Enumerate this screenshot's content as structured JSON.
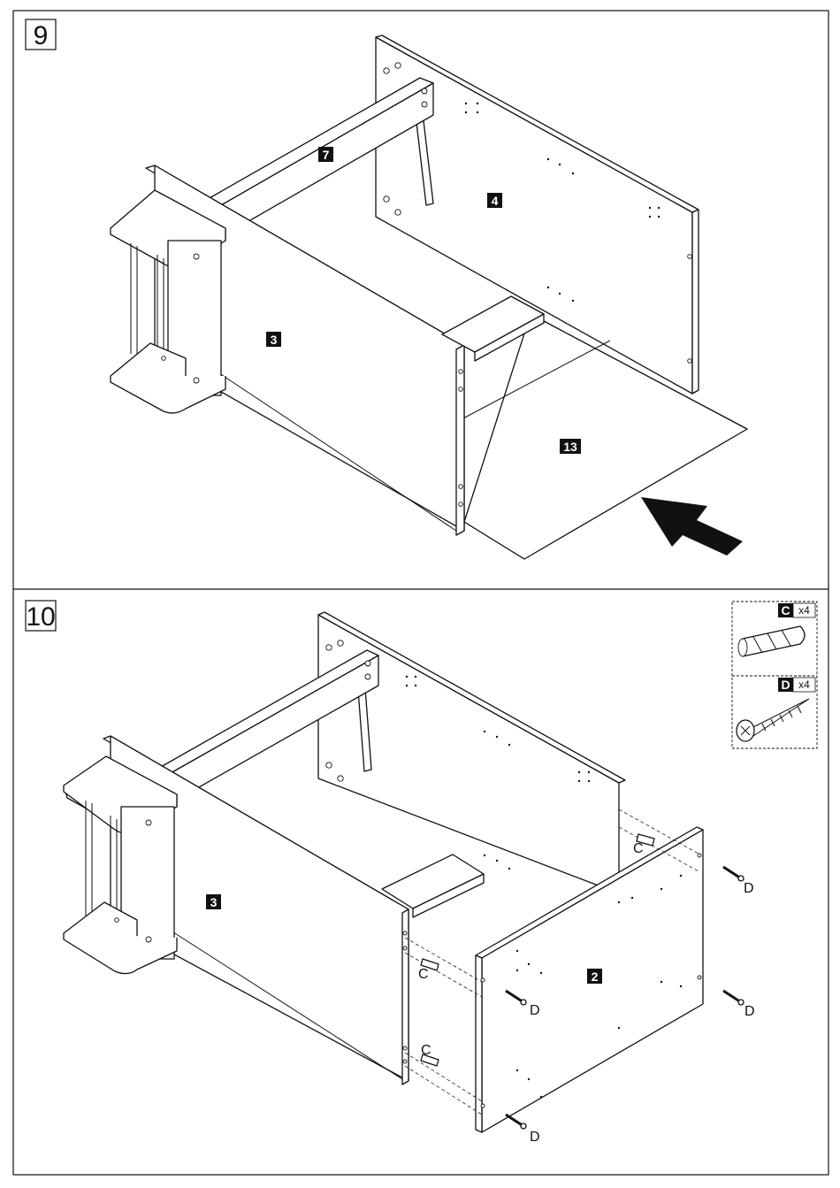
{
  "steps": [
    {
      "number": "9",
      "part_labels": [
        "7",
        "4",
        "3",
        "13"
      ]
    },
    {
      "number": "10",
      "part_labels": [
        "3",
        "2"
      ],
      "hardware_labels": [
        "C",
        "C",
        "C",
        "D",
        "D",
        "D",
        "D"
      ],
      "legend": [
        {
          "letter": "C",
          "quantity": "x4",
          "icon": "wooden-dowel-icon"
        },
        {
          "letter": "D",
          "quantity": "x4",
          "icon": "screw-icon"
        }
      ]
    }
  ]
}
